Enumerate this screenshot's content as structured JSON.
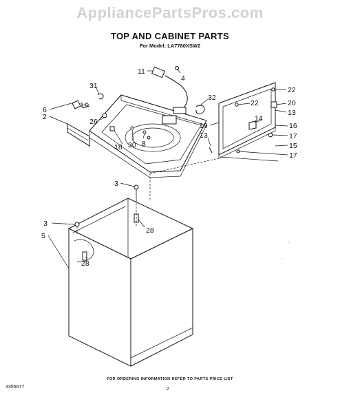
{
  "watermark": "AppliancePartsPros.com",
  "header": {
    "title": "TOP AND CABINET PARTS",
    "model": "For Model: LA7780XSW2"
  },
  "callouts": [
    "11",
    "4",
    "31",
    "1",
    "6",
    "2",
    "26",
    "32",
    "22",
    "20",
    "22",
    "13",
    "16",
    "14",
    "17",
    "19",
    "13",
    "8",
    "30",
    "18",
    "15",
    "17",
    "3",
    "28",
    "3",
    "5",
    "28"
  ],
  "footer": {
    "note": "FOR ORDERING INFORMATION REFER TO PARTS PRICE LIST",
    "doc_number": "3355677",
    "page": "2"
  }
}
